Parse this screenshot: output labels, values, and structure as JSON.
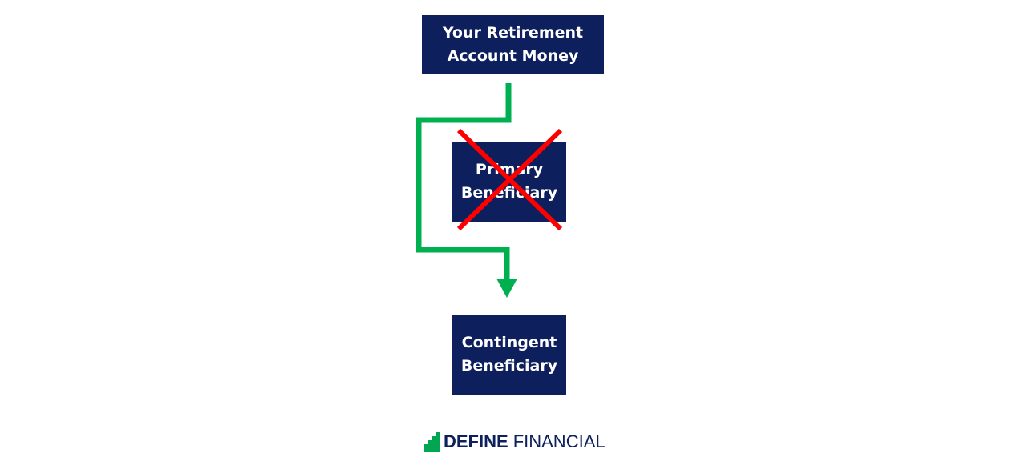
{
  "diagram": {
    "nodes": {
      "top": {
        "lines": [
          "Your Retirement",
          "Account Money"
        ]
      },
      "primary": {
        "lines": [
          "Primary",
          "Beneficiary"
        ],
        "status": "crossed-out"
      },
      "contingent": {
        "lines": [
          "Contingent",
          "Beneficiary"
        ]
      }
    },
    "edges": [
      {
        "from": "top",
        "to": "contingent",
        "color": "#00b050",
        "note": "bypasses primary"
      }
    ],
    "colors": {
      "box_fill": "#0d1f5c",
      "box_text": "#ffffff",
      "arrow": "#00b050",
      "cross": "#ff0000"
    },
    "icons": {
      "cross": "x-mark-icon",
      "arrow": "arrow-down-icon",
      "logo": "bar-chart-logo-icon"
    }
  },
  "branding": {
    "word1": "DEFINE",
    "word2": "FINANCIAL",
    "logo_color": "#00a651"
  }
}
